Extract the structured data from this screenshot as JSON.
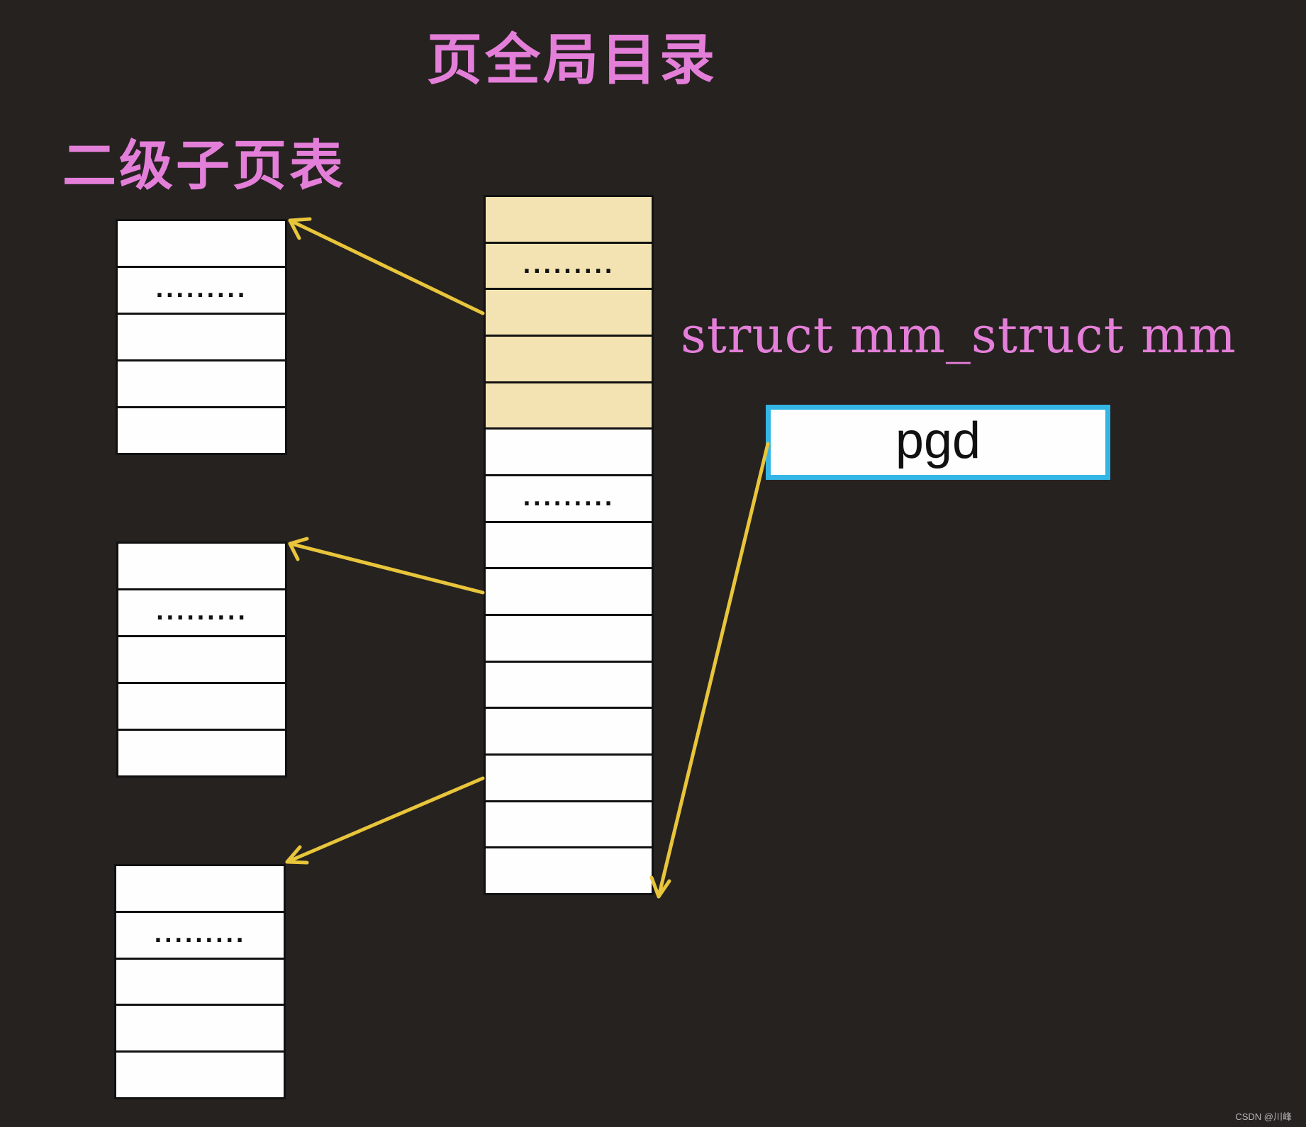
{
  "titles": {
    "page_global_directory": "页全局目录",
    "second_level_page_table": "二级子页表",
    "struct_decl": "struct mm_struct mm"
  },
  "pgd_label": "pgd",
  "global_directory": {
    "cells": [
      "",
      ".........",
      "",
      "",
      "",
      "",
      ".........",
      "",
      "",
      "",
      "",
      "",
      "",
      "",
      ""
    ],
    "highlighted_count": 5
  },
  "sub_tables": [
    {
      "cells": [
        "",
        ".........",
        "",
        "",
        ""
      ]
    },
    {
      "cells": [
        "",
        ".........",
        "",
        "",
        ""
      ]
    },
    {
      "cells": [
        "",
        ".........",
        "",
        "",
        ""
      ]
    }
  ],
  "watermark": "CSDN @川峰",
  "colors": {
    "background": "#262220",
    "title": "#e47fd9",
    "highlight_cell": "#f3e3b2",
    "arrow": "#e8c53a",
    "pgd_border": "#33b5e5",
    "watermark": "#b8b8b8"
  }
}
